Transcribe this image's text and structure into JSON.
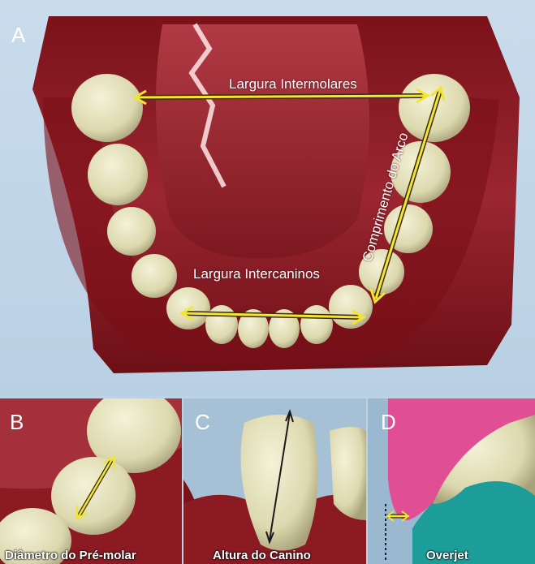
{
  "panels": {
    "a": {
      "label": "A"
    },
    "b": {
      "label": "B",
      "caption": "Diâmetro do Pré-molar"
    },
    "c": {
      "label": "C",
      "caption": "Altura do Canino"
    },
    "d": {
      "label": "D",
      "caption": "Overjet"
    }
  },
  "annotations": {
    "intermolar": "Largura Intermolares",
    "arch_length": "Comprimento do Arco",
    "intercanine": "Largura Intercaninos"
  },
  "colors": {
    "gum": "#8c1a22",
    "tooth": "#e6e3bf",
    "arrow_yellow": "#f2e633",
    "arrow_outline": "#3a2a05",
    "background": "#bcd3e6",
    "upper_gum_pink": "#e04f94",
    "teal": "#1d9d9a"
  }
}
